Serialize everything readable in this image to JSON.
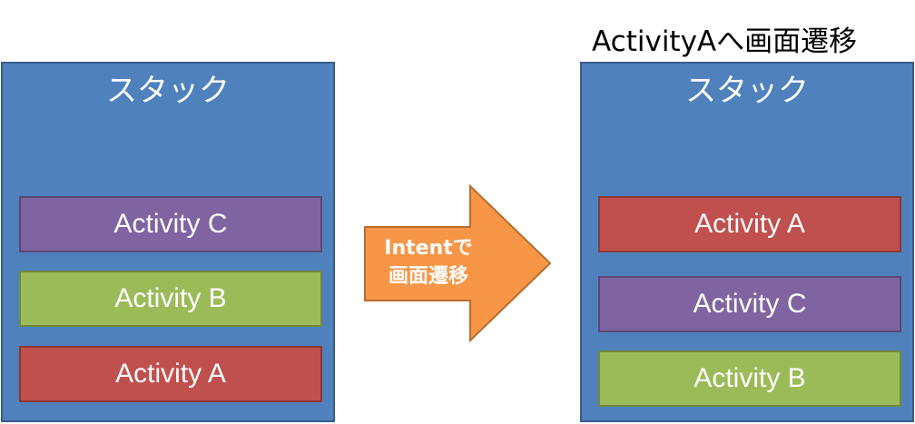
{
  "heading": "ActivityAへ画面遷移",
  "before": {
    "title": "スタック",
    "items": [
      {
        "label": "Activity C",
        "color": "#8064a2"
      },
      {
        "label": "Activity B",
        "color": "#9bbb59"
      },
      {
        "label": "Activity A",
        "color": "#c0504d"
      }
    ]
  },
  "arrow": {
    "line1": "Intentで",
    "line2": "画面遷移",
    "color": "#f79646"
  },
  "after": {
    "title": "スタック",
    "items": [
      {
        "label": "Activity A",
        "color": "#c0504d"
      },
      {
        "label": "Activity C",
        "color": "#8064a2"
      },
      {
        "label": "Activity B",
        "color": "#9bbb59"
      }
    ]
  },
  "colors": {
    "stack": "#4f81bd",
    "stack_border": "#385d8a"
  }
}
